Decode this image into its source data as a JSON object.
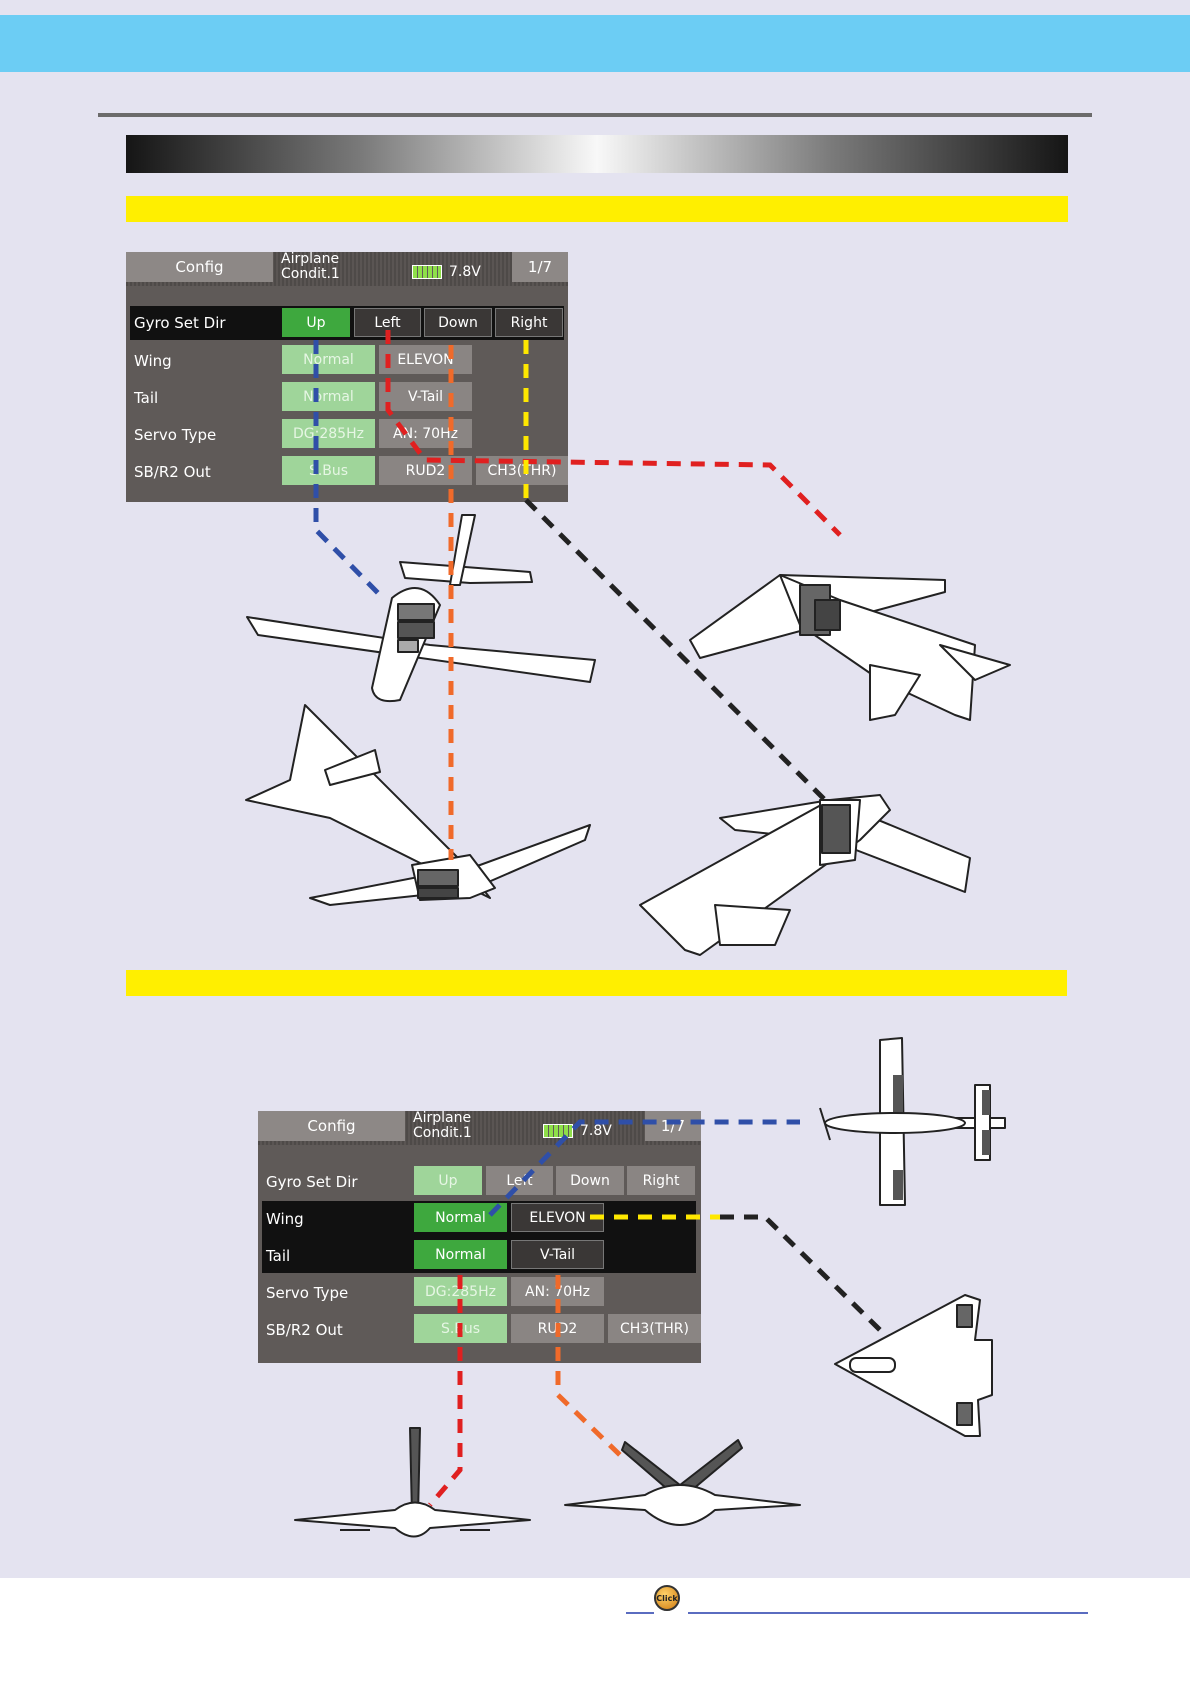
{
  "colors": {
    "header_band": "#6ccdf4",
    "highlight": "#ffef00",
    "up_line": "#2f4fa8",
    "left_line": "#e02020",
    "down_line": "#f06a2a",
    "right_line": "#ffe800",
    "black_line": "#222222"
  },
  "panel1": {
    "tab": "Config",
    "model_line1": "Airplane",
    "model_line2": "Condit.1",
    "voltage": "7.8V",
    "page": "1/7",
    "rows": {
      "gyro": "Gyro Set Dir",
      "wing": "Wing",
      "tail": "Tail",
      "servo": "Servo Type",
      "sbr2": "SB/R2 Out"
    },
    "buttons": {
      "up": "Up",
      "left": "Left",
      "down": "Down",
      "right": "Right",
      "wing_normal": "Normal",
      "wing_elevon": "ELEVON",
      "tail_normal": "Normal",
      "tail_vtail": "V-Tail",
      "servo_dg": "DG:285Hz",
      "servo_an": "AN: 70Hz",
      "sb_sbus": "S.Bus",
      "sb_rud2": "RUD2",
      "sb_ch3": "CH3(THR)"
    }
  },
  "panel2": {
    "tab": "Config",
    "model_line1": "Airplane",
    "model_line2": "Condit.1",
    "voltage": "7.8V",
    "page": "1/7",
    "rows": {
      "gyro": "Gyro Set Dir",
      "wing": "Wing",
      "tail": "Tail",
      "servo": "Servo Type",
      "sbr2": "SB/R2 Out"
    },
    "buttons": {
      "up": "Up",
      "left": "Left",
      "down": "Down",
      "right": "Right",
      "wing_normal": "Normal",
      "wing_elevon": "ELEVON",
      "tail_normal": "Normal",
      "tail_vtail": "V-Tail",
      "servo_dg": "DG:285Hz",
      "servo_an": "AN: 70Hz",
      "sb_sbus": "S.Bus",
      "sb_rud2": "RUD2",
      "sb_ch3": "CH3(THR)"
    }
  },
  "footer": {
    "click_icon": "Click"
  }
}
